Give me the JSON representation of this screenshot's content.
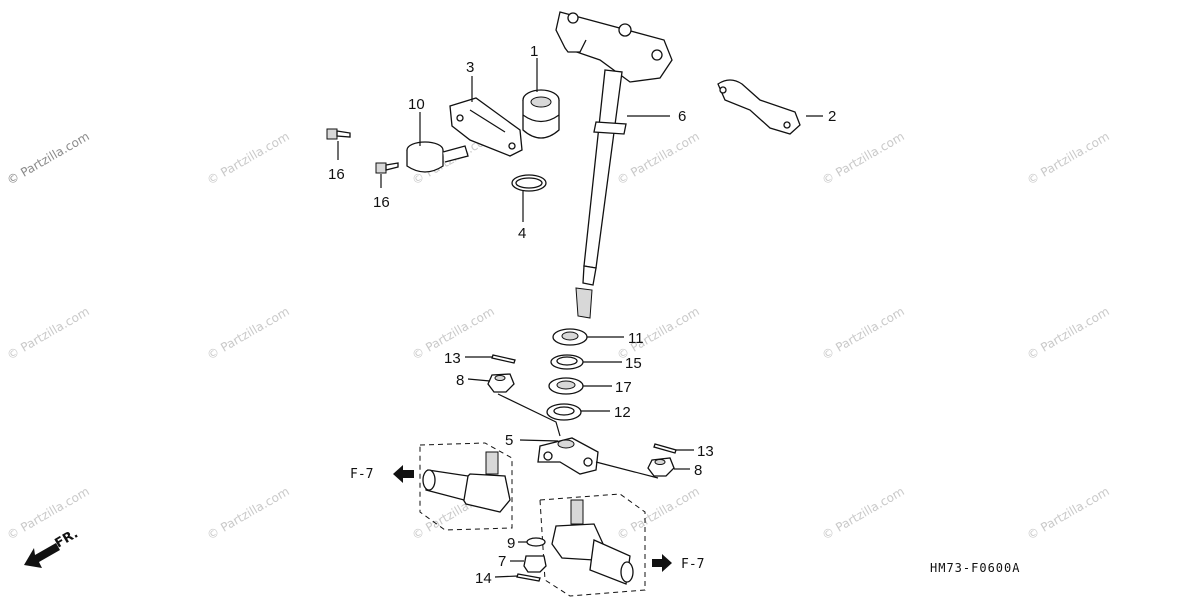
{
  "watermark": "© Partzilla.com",
  "diagram_code": "HM73-F0600A",
  "front_label": "FR.",
  "ref_left": "F-7",
  "ref_right": "F-7",
  "callouts": [
    {
      "id": "c1",
      "text": "1"
    },
    {
      "id": "c2",
      "text": "2"
    },
    {
      "id": "c3",
      "text": "3"
    },
    {
      "id": "c4",
      "text": "4"
    },
    {
      "id": "c5",
      "text": "5"
    },
    {
      "id": "c6",
      "text": "6"
    },
    {
      "id": "c7",
      "text": "7"
    },
    {
      "id": "c8a",
      "text": "8"
    },
    {
      "id": "c8b",
      "text": "8"
    },
    {
      "id": "c9",
      "text": "9"
    },
    {
      "id": "c10",
      "text": "10"
    },
    {
      "id": "c11",
      "text": "11"
    },
    {
      "id": "c12",
      "text": "12"
    },
    {
      "id": "c13a",
      "text": "13"
    },
    {
      "id": "c13b",
      "text": "13"
    },
    {
      "id": "c14",
      "text": "14"
    },
    {
      "id": "c15",
      "text": "15"
    },
    {
      "id": "c16a",
      "text": "16"
    },
    {
      "id": "c16b",
      "text": "16"
    },
    {
      "id": "c17",
      "text": "17"
    }
  ],
  "colors": {
    "line": "#111111",
    "watermark": "#c9c9c9"
  }
}
